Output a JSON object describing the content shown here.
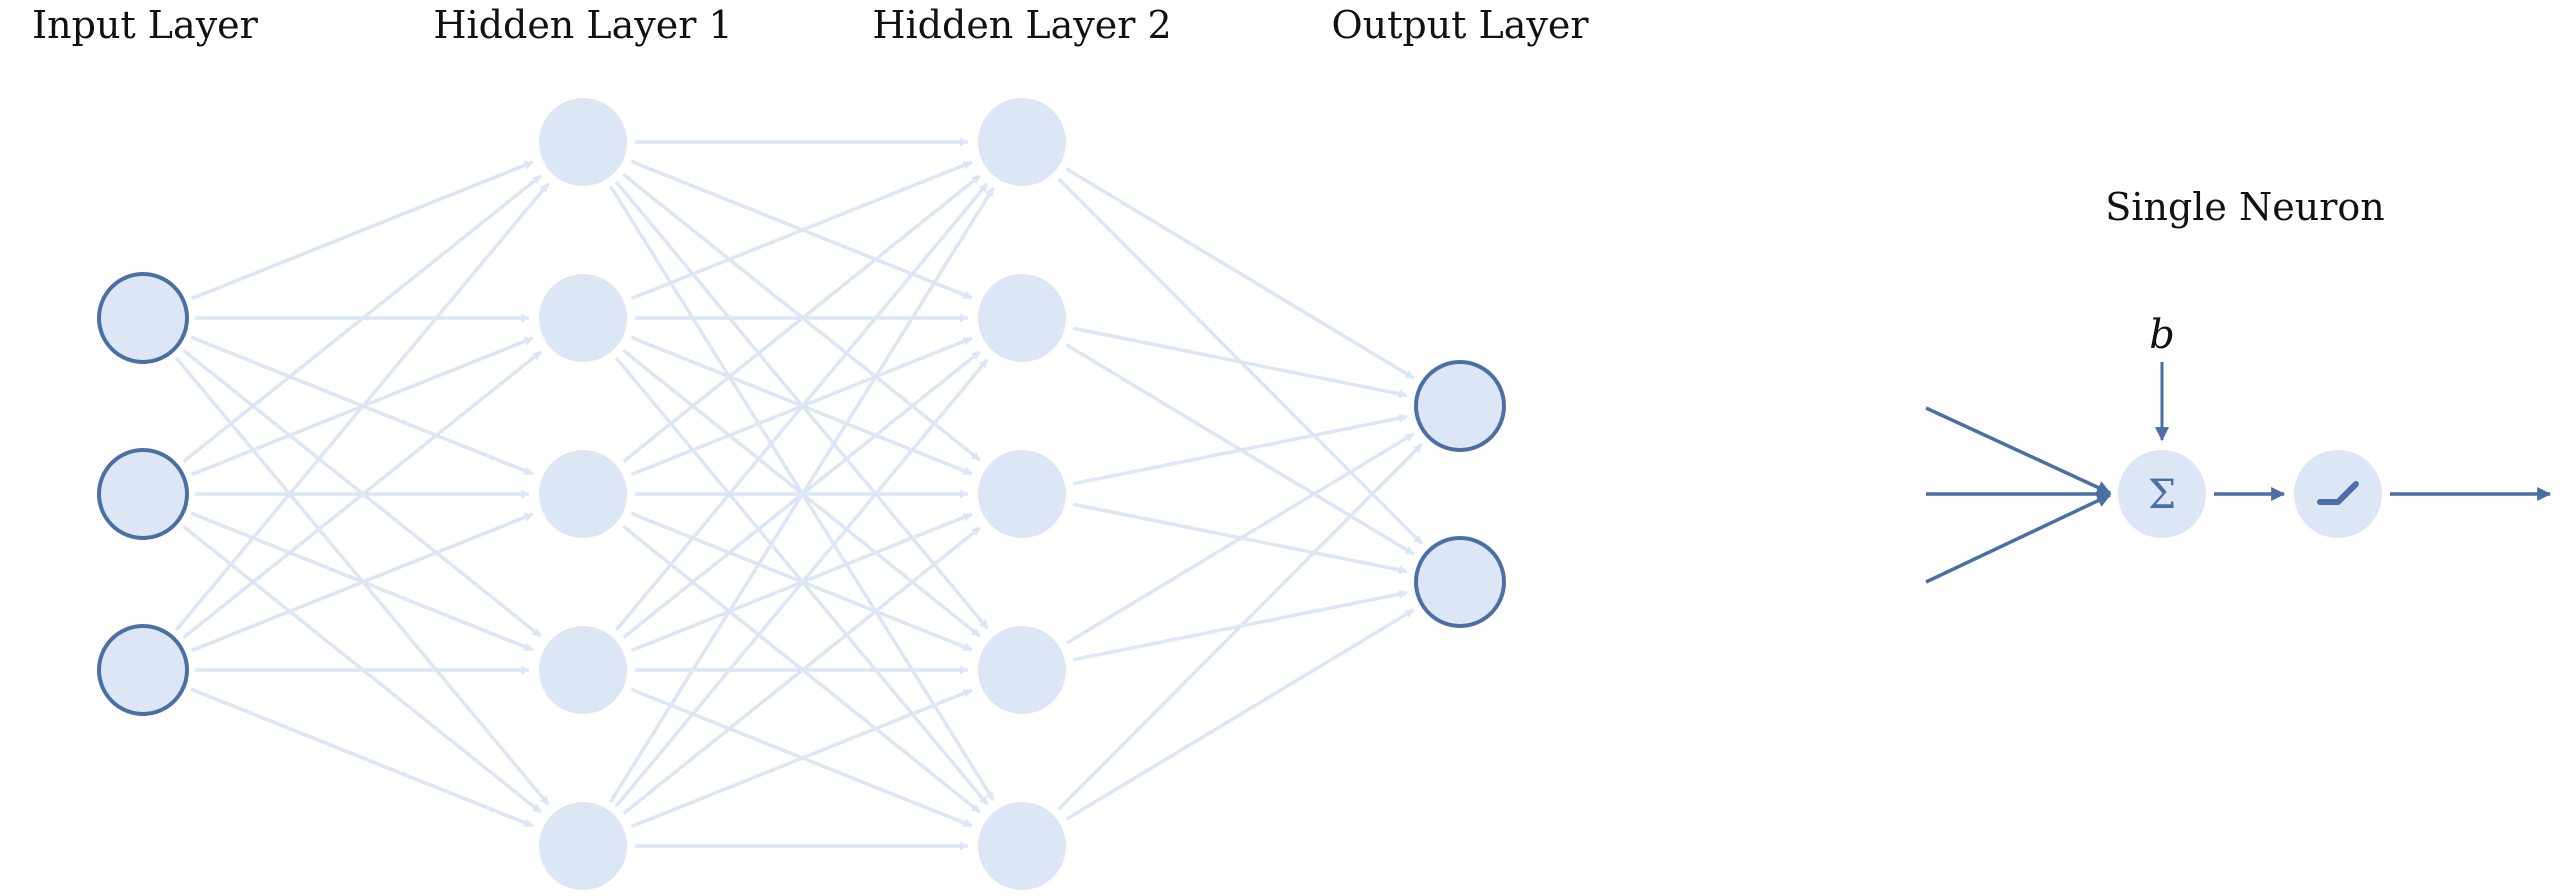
{
  "network": {
    "layers": [
      {
        "label": "Input Layer",
        "neurons": 3
      },
      {
        "label": "Hidden Layer 1",
        "neurons": 5
      },
      {
        "label": "Hidden Layer 2",
        "neurons": 5
      },
      {
        "label": "Output Layer",
        "neurons": 2
      }
    ],
    "connectivity": "fully-connected",
    "colors": {
      "io_fill": "#dce6f4",
      "io_stroke": "#4a6fa5",
      "hidden_fill": "#dce6f4",
      "edge": "#dce6f4"
    }
  },
  "single_neuron": {
    "title": "Single Neuron",
    "bias_label": "b",
    "sum_symbol": "Σ",
    "inputs": 3,
    "activation_icon": "relu-icon",
    "colors": {
      "arrow": "#4a6fa5",
      "node_fill": "#dce6f4"
    }
  }
}
